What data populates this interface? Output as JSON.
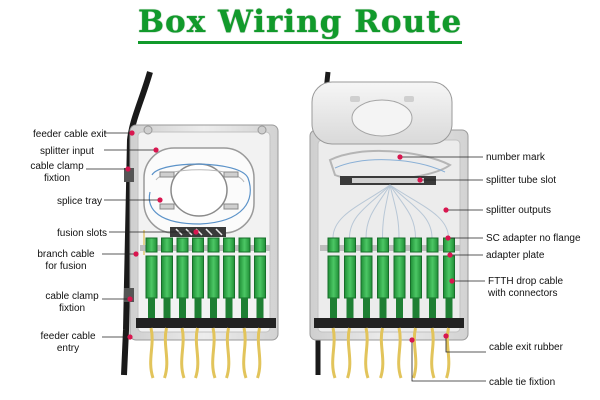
{
  "title": "Box Wiring Route",
  "labels": {
    "left": {
      "feeder_cable_exit": "feeder cable exit",
      "splitter_input": "splitter input",
      "cable_clamp_fixtion_1": "cable clamp fixtion",
      "splice_tray": "splice tray",
      "fusion_slots": "fusion slots",
      "branch_cable_for_fusion": "branch cable for fusion",
      "cable_clamp_fixtion_2": "cable clamp fixtion",
      "feeder_cable_entry": "feeder cable entry"
    },
    "right": {
      "number_mark": "number mark",
      "splitter_tube_slot": "splitter tube slot",
      "splitter_outputs": "splitter outputs",
      "sc_adapter_no_flange": "SC adapter no flange",
      "adapter_plate": "adapter plate",
      "ftth_drop_cable": "FTTH drop cable with connectors",
      "cable_exit_rubber": "cable exit rubber",
      "cable_tie_fixtion": "cable tie fixtion"
    }
  },
  "colors": {
    "title": "#119a2b",
    "adapter_green": "#2fb34a",
    "marker_red": "#d8164f",
    "drop_cable_yellow": "#e2c45b",
    "box_gray": "#e6e6e6"
  }
}
